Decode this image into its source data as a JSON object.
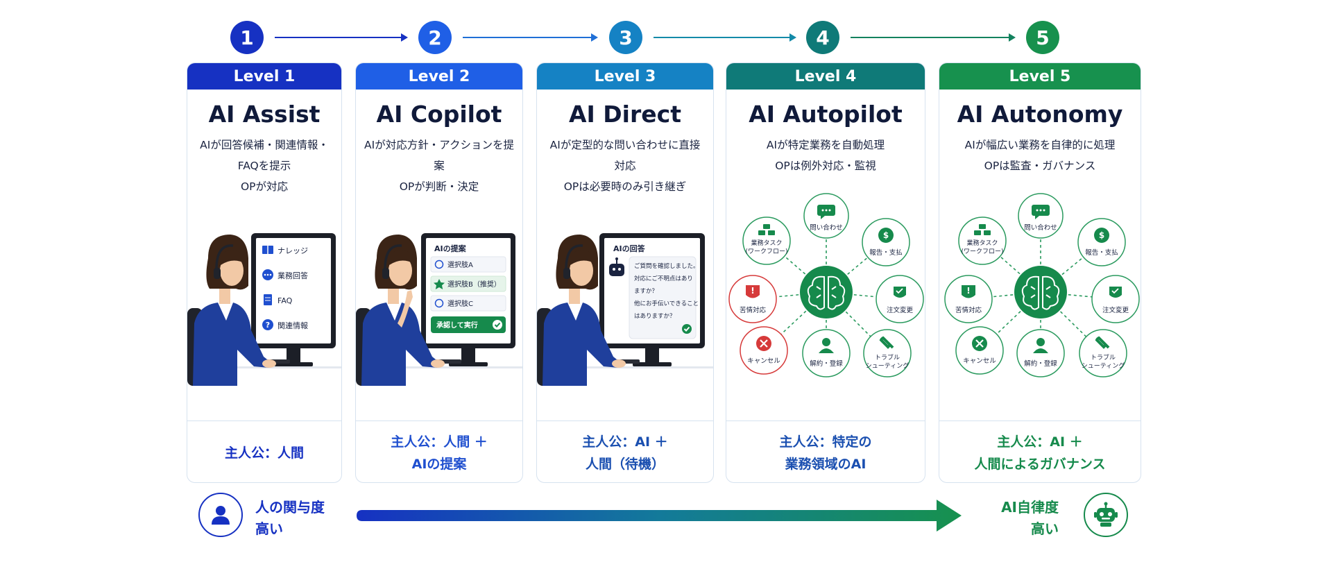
{
  "steps": [
    "1",
    "2",
    "3",
    "4",
    "5"
  ],
  "colors": {
    "level1": "#1631c2",
    "level2": "#1f5fe6",
    "level3": "#1582c4",
    "level4": "#0f7a78",
    "level5": "#17914e",
    "green": "#168a4c",
    "red": "#d63a3a"
  },
  "cards": [
    {
      "level": "Level 1",
      "title": "AI Assist",
      "desc": [
        "AIが回答候補・関連情報・",
        "FAQを提示",
        "OPが対応"
      ],
      "foot": [
        "主人公：人間"
      ],
      "screen": {
        "items": [
          "ナレッジ",
          "業務回答",
          "FAQ",
          "関連情報"
        ]
      }
    },
    {
      "level": "Level 2",
      "title": "AI Copilot",
      "desc": [
        "AIが対応方針・アクションを提案",
        "OPが判断・決定"
      ],
      "foot": [
        "主人公：人間 ＋",
        "AIの提案"
      ],
      "screen": {
        "heading": "AIの提案",
        "options": [
          "選択肢A",
          "選択肢B（推奨）",
          "選択肢C"
        ],
        "button": "承認して実行"
      }
    },
    {
      "level": "Level 3",
      "title": "AI Direct",
      "desc": [
        "AIが定型的な問い合わせに直接対応",
        "OPは必要時のみ引き継ぎ"
      ],
      "foot": [
        "主人公：AI ＋",
        "人間（待機）"
      ],
      "screen": {
        "heading": "AIの回答",
        "bubble": [
          "ご質問を確認しました。",
          "対応にご不明点はあり",
          "ますか？",
          "他にお手伝いできること",
          "はありますか？"
        ]
      }
    },
    {
      "level": "Level 4",
      "title": "AI Autopilot",
      "desc": [
        "AIが特定業務を自動処理",
        "OPは例外対応・監視"
      ],
      "foot": [
        "主人公：特定の",
        "業務領域のAI"
      ]
    },
    {
      "level": "Level 5",
      "title": "AI Autonomy",
      "desc": [
        "AIが幅広い業務を自律的に処理",
        "OPは監査・ガバナンス"
      ],
      "foot": [
        "主人公：AI ＋",
        "人間によるガバナンス"
      ]
    }
  ],
  "hub_nodes": {
    "inquiry": "問い合わせ",
    "report": "報告・支払",
    "order_change": "注文変更",
    "trouble": [
      "トラブル",
      "シューティング"
    ],
    "contract": "解約・登録",
    "cancel": "キャンセル",
    "complaint": "苦情対応",
    "task": [
      "業務タスク",
      "(ワークフロー)"
    ]
  },
  "bottom": {
    "left_label": [
      "人の関与度",
      "高い"
    ],
    "right_label": [
      "AI自律度",
      "高い"
    ]
  }
}
